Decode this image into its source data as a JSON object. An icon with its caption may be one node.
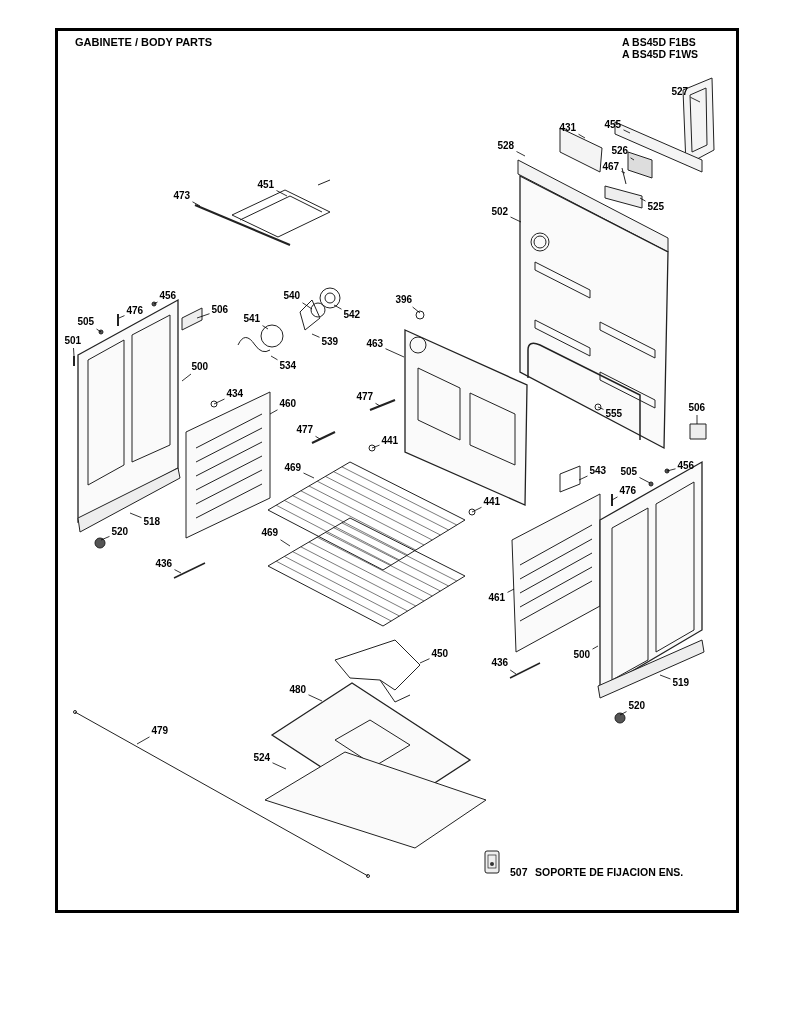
{
  "diagram": {
    "title": "GABINETE / BODY PARTS",
    "nodes": [
      {
        "text": [
          "527"
        ]
      },
      {
        "text": [
          "431"
        ]
      },
      {
        "text": [
          "455"
        ]
      },
      {
        "text": [
          "528"
        ]
      },
      {
        "text": [
          "526"
        ]
      },
      {
        "text": [
          "467"
        ]
      },
      {
        "text": [
          "525"
        ]
      },
      {
        "text": [
          "451"
        ]
      },
      {
        "text": [
          "473"
        ]
      },
      {
        "text": [
          "502"
        ]
      },
      {
        "text": [
          "456"
        ]
      },
      {
        "text": [
          "476"
        ]
      },
      {
        "text": [
          "506"
        ]
      },
      {
        "text": [
          "505"
        ]
      },
      {
        "text": [
          "540"
        ]
      },
      {
        "text": [
          "542"
        ]
      },
      {
        "text": [
          "396"
        ]
      },
      {
        "text": [
          "541"
        ]
      },
      {
        "text": [
          "539"
        ]
      },
      {
        "text": [
          "501"
        ]
      },
      {
        "text": [
          "463"
        ]
      },
      {
        "text": [
          "534"
        ]
      },
      {
        "text": [
          "500"
        ]
      },
      {
        "text": [
          "434"
        ]
      },
      {
        "text": [
          "460"
        ]
      },
      {
        "text": [
          "477"
        ]
      },
      {
        "text": [
          "477"
        ]
      },
      {
        "text": [
          "441"
        ]
      },
      {
        "text": [
          "555"
        ]
      },
      {
        "text": [
          "506"
        ]
      },
      {
        "text": [
          "469"
        ]
      },
      {
        "text": [
          "543"
        ]
      },
      {
        "text": [
          "456"
        ]
      },
      {
        "text": [
          "505"
        ]
      },
      {
        "text": [
          "476"
        ]
      },
      {
        "text": [
          "441"
        ]
      },
      {
        "text": [
          "518"
        ]
      },
      {
        "text": [
          "520"
        ]
      },
      {
        "text": [
          "469"
        ]
      },
      {
        "text": [
          "436"
        ]
      },
      {
        "text": [
          "461"
        ]
      },
      {
        "text": [
          "450"
        ]
      },
      {
        "text": [
          "500"
        ]
      },
      {
        "text": [
          "436"
        ]
      },
      {
        "text": [
          "519"
        ]
      },
      {
        "text": [
          "480"
        ]
      },
      {
        "text": [
          "520"
        ]
      },
      {
        "text": [
          "479"
        ]
      },
      {
        "text": [
          "524"
        ]
      }
    ],
    "edges": [
      {
        "from": 0,
        "to": null,
        "arrow": "none"
      },
      {
        "from": 1,
        "to": null,
        "arrow": "none"
      },
      {
        "from": 2,
        "to": null,
        "arrow": "none"
      },
      {
        "from": 3,
        "to": null,
        "arrow": "none"
      },
      {
        "from": 4,
        "to": null,
        "arrow": "none"
      },
      {
        "from": 5,
        "to": null,
        "arrow": "none"
      },
      {
        "from": 6,
        "to": null,
        "arrow": "none"
      },
      {
        "from": 7,
        "to": null,
        "arrow": "none"
      },
      {
        "from": 8,
        "to": null,
        "arrow": "none"
      },
      {
        "from": 9,
        "to": null,
        "arrow": "none"
      },
      {
        "from": 10,
        "to": null,
        "arrow": "none"
      },
      {
        "from": 11,
        "to": null,
        "arrow": "none"
      },
      {
        "from": 12,
        "to": null,
        "arrow": "none"
      },
      {
        "from": 13,
        "to": null,
        "arrow": "none"
      },
      {
        "from": 14,
        "to": null,
        "arrow": "none"
      },
      {
        "from": 15,
        "to": null,
        "arrow": "none"
      },
      {
        "from": 16,
        "to": null,
        "arrow": "none"
      },
      {
        "from": 17,
        "to": null,
        "arrow": "none"
      },
      {
        "from": 18,
        "to": null,
        "arrow": "none"
      },
      {
        "from": 19,
        "to": null,
        "arrow": "none"
      },
      {
        "from": 20,
        "to": null,
        "arrow": "none"
      },
      {
        "from": 21,
        "to": null,
        "arrow": "none"
      },
      {
        "from": 22,
        "to": null,
        "arrow": "none"
      },
      {
        "from": 23,
        "to": null,
        "arrow": "none"
      },
      {
        "from": 24,
        "to": null,
        "arrow": "none"
      },
      {
        "from": 25,
        "to": null,
        "arrow": "none"
      },
      {
        "from": 26,
        "to": null,
        "arrow": "none"
      },
      {
        "from": 27,
        "to": null,
        "arrow": "none"
      },
      {
        "from": 28,
        "to": null,
        "arrow": "none"
      },
      {
        "from": 29,
        "to": null,
        "arrow": "none"
      },
      {
        "from": 30,
        "to": null,
        "arrow": "none"
      },
      {
        "from": 31,
        "to": null,
        "arrow": "none"
      },
      {
        "from": 32,
        "to": null,
        "arrow": "none"
      },
      {
        "from": 33,
        "to": null,
        "arrow": "none"
      },
      {
        "from": 34,
        "to": null,
        "arrow": "none"
      },
      {
        "from": 35,
        "to": null,
        "arrow": "none"
      },
      {
        "from": 36,
        "to": null,
        "arrow": "none"
      },
      {
        "from": 37,
        "to": null,
        "arrow": "none"
      },
      {
        "from": 38,
        "to": null,
        "arrow": "none"
      },
      {
        "from": 39,
        "to": null,
        "arrow": "none"
      },
      {
        "from": 40,
        "to": null,
        "arrow": "none"
      },
      {
        "from": 41,
        "to": null,
        "arrow": "none"
      },
      {
        "from": 42,
        "to": null,
        "arrow": "none"
      },
      {
        "from": 43,
        "to": null,
        "arrow": "none"
      },
      {
        "from": 44,
        "to": null,
        "arrow": "none"
      },
      {
        "from": 45,
        "to": null,
        "arrow": "none"
      },
      {
        "from": 46,
        "to": null,
        "arrow": "none"
      },
      {
        "from": 47,
        "to": null,
        "arrow": "none"
      },
      {
        "from": 48,
        "to": null,
        "arrow": "none"
      }
    ],
    "labels": [
      "A BS45D F1BS",
      "A BS45D F1WS",
      "507",
      "SOPORTE DE FIJACION ENS."
    ]
  }
}
